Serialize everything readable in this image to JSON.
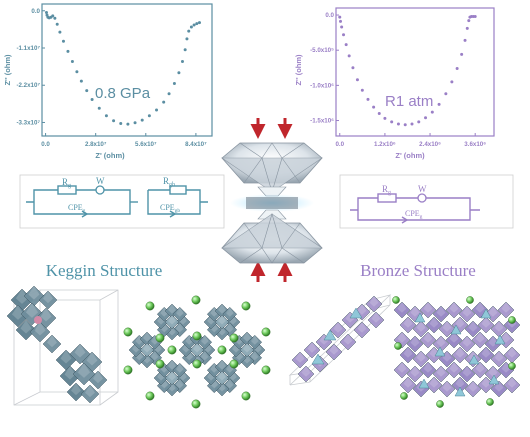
{
  "chart_data": [
    {
      "type": "scatter",
      "panel": "left",
      "annotation": "0.8 GPa",
      "xlabel": "Z' (ohm)",
      "ylabel": "Z'' (ohm)",
      "xticks": [
        "0.0",
        "2.8x10⁷",
        "5.6x10⁷",
        "8.4x10⁷"
      ],
      "yticks": [
        "-3.3x10⁷",
        "-2.2x10⁷",
        "-1.1x10⁷",
        "0.0"
      ],
      "xlim": [
        -2000000,
        93000000
      ],
      "ylim": [
        -37000000,
        2000000
      ],
      "x": [
        0.5,
        0.8,
        1.3,
        2.0,
        3.0,
        4.0,
        5.2,
        6.5,
        8.0,
        10.0,
        12.5,
        15.0,
        17.5,
        20.0,
        23.0,
        26.0,
        30.0,
        34.0,
        38.0,
        42.0,
        46.0,
        50.0,
        54.0,
        58.0,
        62.0,
        66.0,
        69.0,
        72.0,
        74.5,
        76.5,
        78.0,
        79.0,
        80.0,
        81.5,
        83.0,
        84.5,
        86.0
      ],
      "y": [
        -0.5,
        -1.3,
        -1.9,
        -2.1,
        -1.9,
        -1.5,
        -2.2,
        -4.0,
        -6.3,
        -9.0,
        -12.0,
        -15.0,
        -18.0,
        -20.8,
        -23.6,
        -26.2,
        -28.8,
        -31.0,
        -32.5,
        -33.3,
        -33.5,
        -33.1,
        -32.3,
        -31.0,
        -29.3,
        -27.0,
        -24.5,
        -21.5,
        -18.3,
        -15.0,
        -11.5,
        -8.3,
        -6.0,
        -4.8,
        -4.2,
        -3.8,
        -3.5
      ],
      "y_unit_scale": 1000000,
      "x_unit_scale": 1000000,
      "color": "#5b8ea2"
    },
    {
      "type": "scatter",
      "panel": "right",
      "annotation": "R1 atm",
      "xlabel": "Z' (ohm)",
      "ylabel": "Z'' (ohm)",
      "xticks": [
        "0.0",
        "1.2x10⁶",
        "2.4x10⁶",
        "3.6x10⁶"
      ],
      "yticks": [
        "-1.5x10⁶",
        "-1.0x10⁶",
        "-5.0x10⁵",
        "0.0"
      ],
      "xlim": [
        -100000,
        4100000
      ],
      "ylim": [
        -1720000,
        100000
      ],
      "x": [
        0.0,
        0.02,
        0.05,
        0.1,
        0.17,
        0.25,
        0.35,
        0.47,
        0.6,
        0.75,
        0.9,
        1.05,
        1.2,
        1.38,
        1.56,
        1.74,
        1.92,
        2.1,
        2.28,
        2.46,
        2.64,
        2.82,
        2.98,
        3.12,
        3.24,
        3.33,
        3.39,
        3.43,
        3.46,
        3.5,
        3.55,
        3.6
      ],
      "y": [
        -0.03,
        -0.09,
        -0.17,
        -0.28,
        -0.42,
        -0.58,
        -0.75,
        -0.92,
        -1.07,
        -1.2,
        -1.31,
        -1.4,
        -1.47,
        -1.52,
        -1.55,
        -1.56,
        -1.55,
        -1.52,
        -1.46,
        -1.38,
        -1.27,
        -1.12,
        -0.95,
        -0.76,
        -0.56,
        -0.36,
        -0.19,
        -0.08,
        -0.03,
        -0.02,
        -0.02,
        -0.02
      ],
      "y_unit_scale": 1000000,
      "x_unit_scale": 1000000,
      "color": "#9a7fc6"
    }
  ],
  "circuits": {
    "left": {
      "r1": "R",
      "r1_sub": "g",
      "w": "W",
      "r2": "R",
      "r2_sub": "gb",
      "cpe1": "CPE",
      "cpe1_sub": "g",
      "cpe2": "CPE",
      "cpe2_sub": "gb"
    },
    "right": {
      "r1": "R",
      "r1_sub": "g",
      "w": "W",
      "cpe1": "CPE",
      "cpe1_sub": "g"
    }
  },
  "labels": {
    "left_structure": "Keggin Structure",
    "right_structure": "Bronze Structure"
  },
  "colors": {
    "teal": "#4f93a8",
    "purple": "#9a7fc6",
    "arrow": "#c0262c",
    "polyhedra_teal": "#6f8e9d",
    "polyhedra_purple": "#a594cc",
    "sphere_green": "#7ccf6a"
  }
}
